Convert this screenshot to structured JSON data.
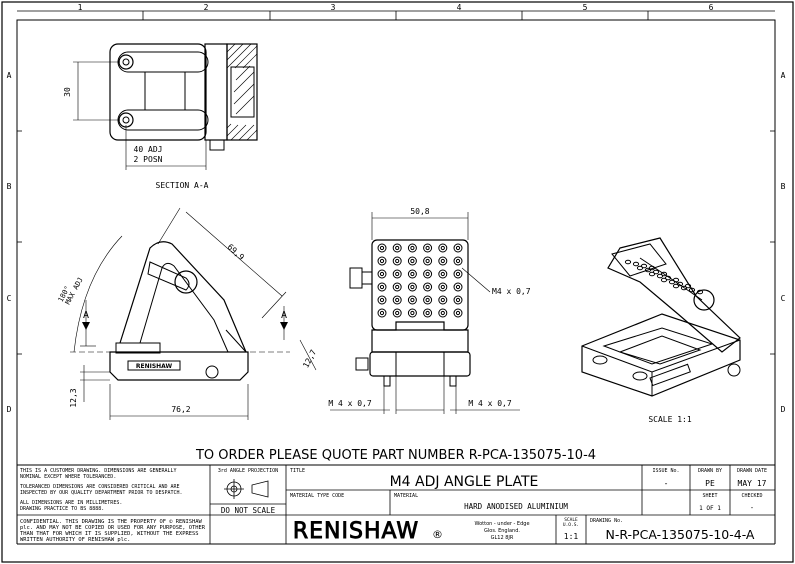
{
  "frame": {
    "columns": [
      "1",
      "2",
      "3",
      "4",
      "5",
      "6"
    ],
    "rows": [
      "A",
      "B",
      "C",
      "D"
    ]
  },
  "views": {
    "section_title": "SECTION A-A",
    "section_letter_left": "A",
    "section_letter_right": "A",
    "dim_30": "30",
    "dim_40adj": "40 ADJ",
    "dim_2posn": "2 POSN",
    "dim_180": "180°",
    "dim_maxadj": "MAX ADJ",
    "dim_69_9": "69,9",
    "dim_12_7": "12,7",
    "dim_12_3": "12,3",
    "dim_76_2": "76,2",
    "dim_50_8": "50,8",
    "callout_m4": "M4 x 0,7",
    "bottom_m4_left": "M 4 x 0,7",
    "bottom_m4_right": "M 4 x 0,7",
    "scale_label": "SCALE 1:1",
    "brand_plate": "RENISHAW"
  },
  "order_note": "TO ORDER PLEASE QUOTE PART NUMBER R-PCA-135075-10-4",
  "title_block": {
    "note1": "THIS IS A CUSTOMER DRAWING. DIMENSIONS ARE GENERALLY NOMINAL EXCEPT WHERE TOLERANCED.",
    "note2": "TOLERANCED DIMENSIONS ARE CONSIDERED CRITICAL AND ARE INSPECTED BY OUR QUALITY DEPARTMENT PRIOR TO DESPATCH.",
    "note3": "ALL DIMENSIONS ARE IN MILLIMETRES. DRAWING PRACTICE TO BS 8888.",
    "confidential": "CONFIDENTIAL. THIS DRAWING IS THE PROPERTY OF © RENISHAW plc. AND MAY NOT BE COPIED OR USED FOR ANY PURPOSE, OTHER THAN THAT FOR WHICH IT IS SUPPLIED, WITHOUT THE EXPRESS WRITTEN AUTHORITY OF RENISHAW plc.",
    "projection_label": "3rd ANGLE PROJECTION",
    "do_not_scale": "DO NOT SCALE",
    "title_label": "TITLE",
    "title": "M4 ADJ ANGLE PLATE",
    "material_type_label": "MATERIAL TYPE CODE",
    "material_label": "MATERIAL",
    "material": "HARD ANODISED ALUMINIUM",
    "issue_label": "ISSUE No.",
    "issue": "-",
    "drawn_by_label": "DRAWN BY",
    "drawn_by": "PE",
    "drawn_date_label": "DRAWN DATE",
    "drawn_date": "MAY 17",
    "sheet_label": "SHEET",
    "sheet": "1 OF 1",
    "checked_label": "CHECKED",
    "checked": "-",
    "logo": "RENISHAW",
    "address1": "Wotton - under - Edge",
    "address2": "Glos. England.",
    "address3": "GL12 8JR",
    "scale_uos_label": "SCALE U.O.S.",
    "scale_uos": "1:1",
    "drawing_no_label": "DRAWING No.",
    "drawing_no": "N-R-PCA-135075-10-4-A"
  }
}
